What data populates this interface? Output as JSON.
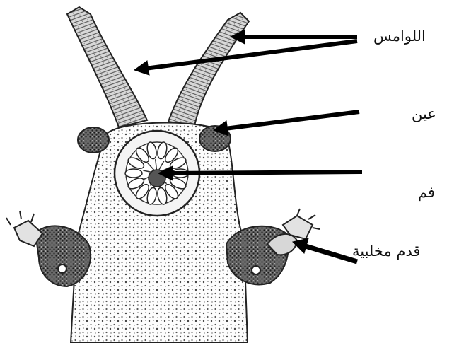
{
  "labels": {
    "antennae": "اللوامس",
    "eye": "عين",
    "mouth": "فم",
    "clawed_foot": "قدم مخلبية"
  }
}
